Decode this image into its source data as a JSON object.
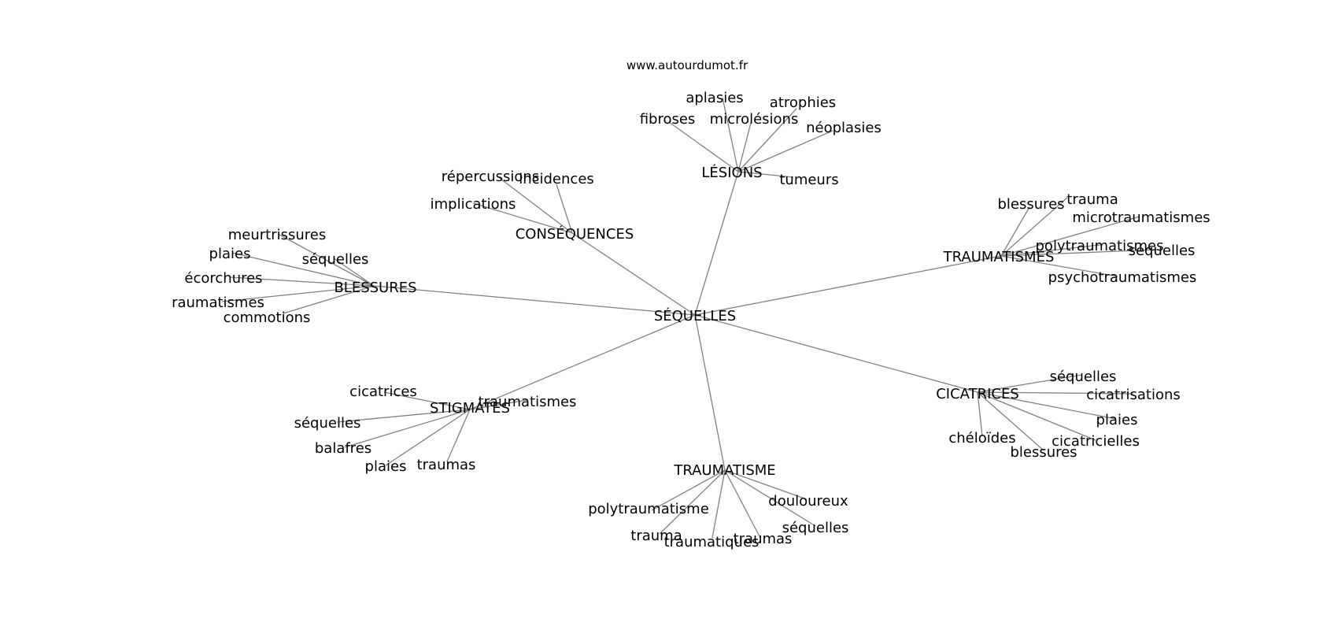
{
  "source": "www.autourdumot.fr",
  "center": "SÉQUELLES",
  "hubs": [
    {
      "label": "LÉSIONS",
      "leaves": [
        "aplasies",
        "atrophies",
        "fibroses",
        "microlésions",
        "néoplasies",
        "tumeurs"
      ]
    },
    {
      "label": "CONSÉQUENCES",
      "leaves": [
        "répercussions",
        "incidences",
        "implications"
      ]
    },
    {
      "label": "BLESSURES",
      "leaves": [
        "meurtrissures",
        "plaies",
        "séquelles",
        "écorchures",
        "raumatismes",
        "commotions"
      ]
    },
    {
      "label": "TRAUMATISMES",
      "leaves": [
        "blessures",
        "trauma",
        "microtraumatismes",
        "polytraumatismes",
        "séquelles",
        "psychotraumatismes"
      ]
    },
    {
      "label": "STIGMATES",
      "leaves": [
        "cicatrices",
        "traumatismes",
        "séquelles",
        "balafres",
        "plaies",
        "traumas"
      ]
    },
    {
      "label": "CICATRICES",
      "leaves": [
        "séquelles",
        "cicatrisations",
        "plaies",
        "chéloïdes",
        "cicatricielles",
        "blessures"
      ]
    },
    {
      "label": "TRAUMATISME",
      "leaves": [
        "douloureux",
        "polytraumatisme",
        "séquelles",
        "trauma",
        "traumatiques",
        "traumas"
      ]
    }
  ]
}
